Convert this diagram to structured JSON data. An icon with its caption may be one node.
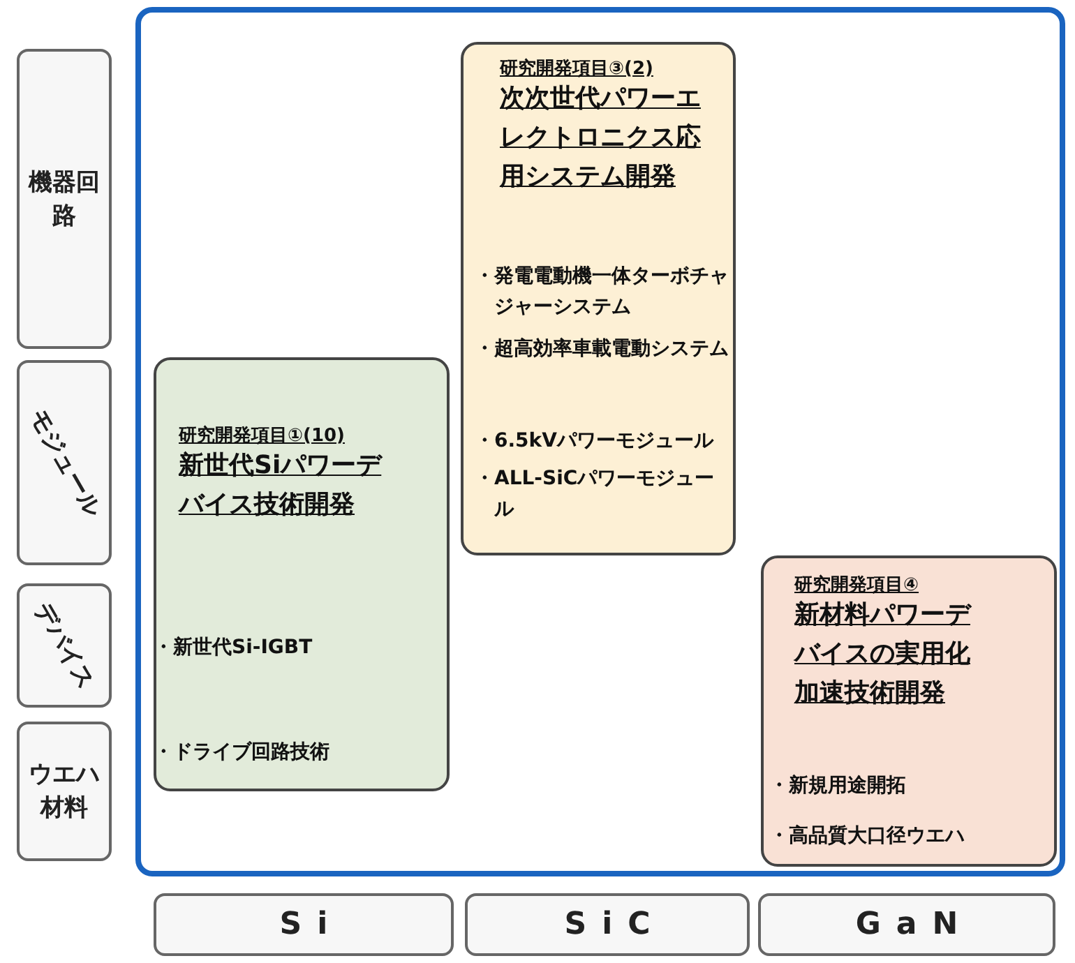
{
  "diagram": {
    "nodes": [
      {
        "text": [
          "機器回路"
        ]
      },
      {
        "text": [
          "モジュール"
        ]
      },
      {
        "text": [
          "デバイス"
        ]
      },
      {
        "text": [
          "ウエハ材料"
        ]
      },
      {
        "text": [],
        "shape": "box"
      },
      {
        "text": [
          "研究開発項目③(2)",
          "次次世代パワーエレクトロニクス応用システム開発",
          "・発電電動機一体ターボチャジャーシステム",
          "・超高効率車載電動システム",
          "・6.5kVパワーモジュール",
          "・ALL-SiCパワーモジュール"
        ],
        "in": 4
      },
      {
        "text": [
          "研究開発項目①(10)",
          "新世代Siパワーデバイス技術開発",
          "・新世代Si-IGBT",
          "・ドライブ回路技術"
        ],
        "in": 4
      },
      {
        "text": [
          "研究開発項目④",
          "新材料パワーデバイスの実用化加速技術開発",
          "・新規用途開拓",
          "・高品質大口径ウエハ"
        ],
        "in": 4
      },
      {
        "text": [
          "Si"
        ]
      },
      {
        "text": [
          "SiC"
        ]
      },
      {
        "text": [
          "GaN"
        ]
      }
    ],
    "edges": []
  }
}
